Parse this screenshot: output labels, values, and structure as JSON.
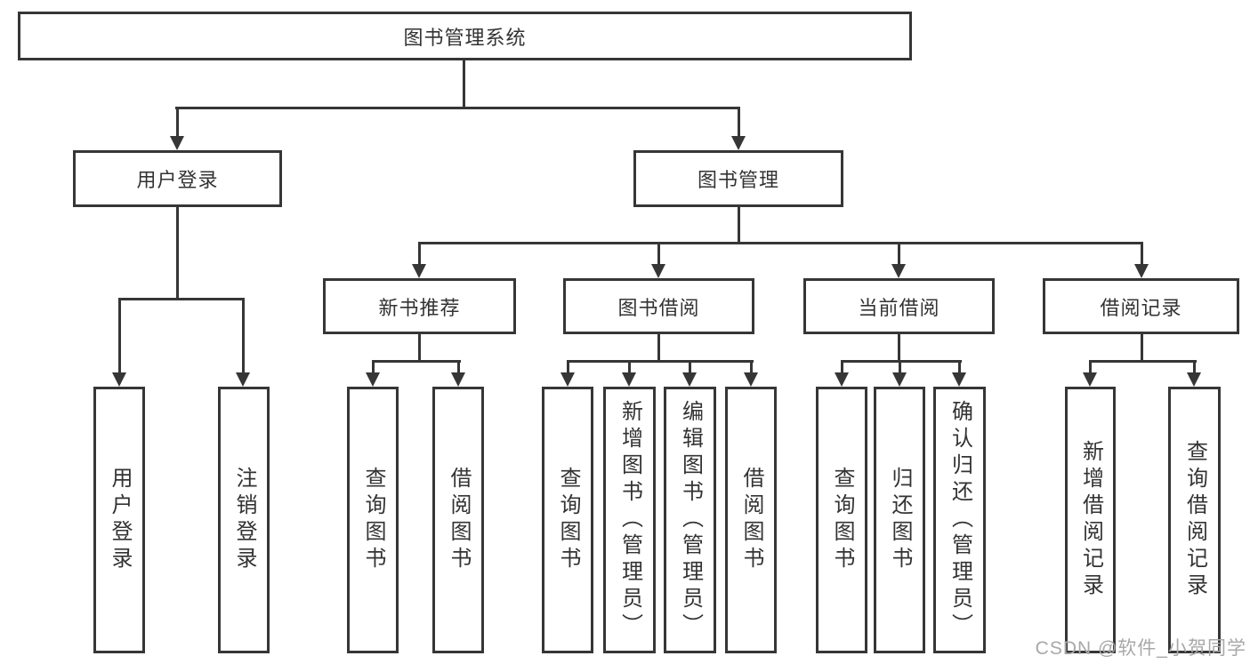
{
  "tree": {
    "root": {
      "label": "图书管理系统"
    },
    "branches": [
      {
        "label": "用户登录",
        "children": [
          {
            "label": "用户登录"
          },
          {
            "label": "注销登录"
          }
        ]
      },
      {
        "label": "图书管理",
        "children": [
          {
            "label": "新书推荐",
            "children": [
              {
                "label": "查询图书"
              },
              {
                "label": "借阅图书"
              }
            ]
          },
          {
            "label": "图书借阅",
            "children": [
              {
                "label": "查询图书"
              },
              {
                "label": "新增图书（管理员）"
              },
              {
                "label": "编辑图书（管理员）"
              },
              {
                "label": "借阅图书"
              }
            ]
          },
          {
            "label": "当前借阅",
            "children": [
              {
                "label": "查询图书"
              },
              {
                "label": "归还图书"
              },
              {
                "label": "确认归还（管理员）"
              }
            ]
          },
          {
            "label": "借阅记录",
            "children": [
              {
                "label": "新增借阅记录"
              },
              {
                "label": "查询借阅记录"
              }
            ]
          }
        ]
      }
    ]
  },
  "watermark": {
    "text": "CSDN @软件_小贺同学"
  },
  "colors": {
    "line": "#363636",
    "text": "#333333",
    "watermark": "#a8a8a8",
    "background": "#ffffff"
  }
}
